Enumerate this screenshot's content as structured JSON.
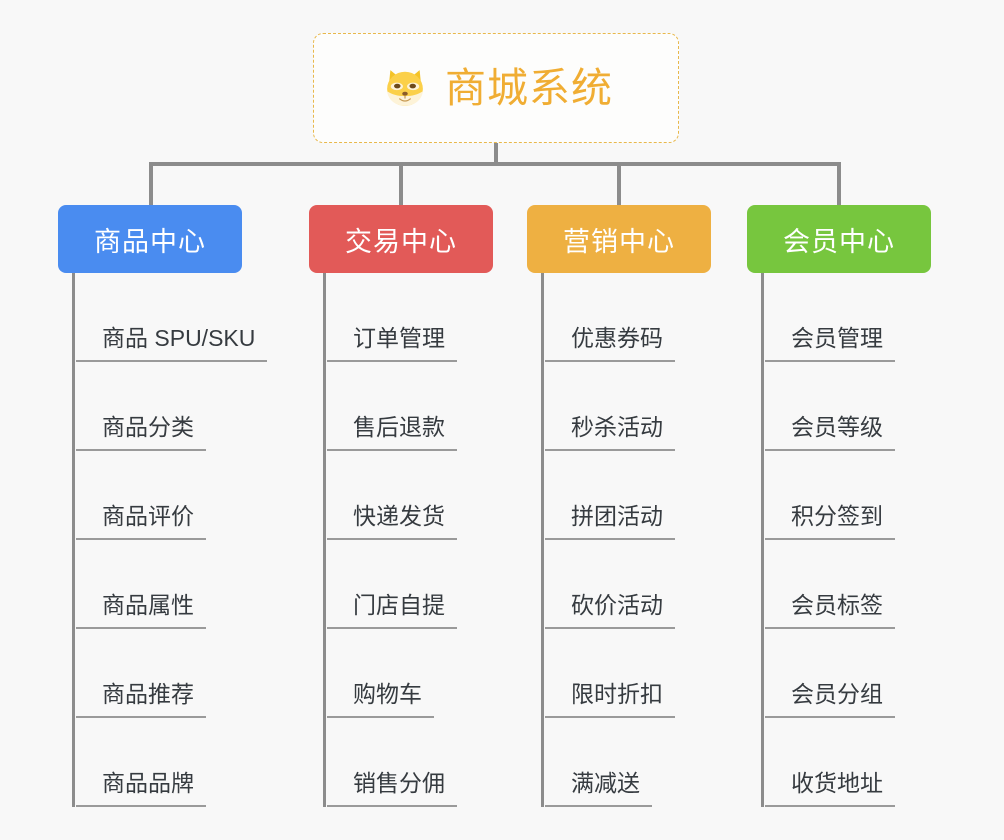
{
  "page": {
    "background_color": "#f8f8f8",
    "connector_color": "#8c8c8c",
    "leaf_text_color": "#363b40",
    "leaf_underline_color": "#9a9a9a"
  },
  "root": {
    "title": "商城系统",
    "icon": "shiba-dog-face-emoji",
    "text_color": "#f0ad33",
    "border_color": "#e8b84b",
    "background_color": "#fdfdfc"
  },
  "columns": [
    {
      "id": "product-center",
      "header": "商品中心",
      "color": "#4a8cf0",
      "items": [
        "商品 SPU/SKU",
        "商品分类",
        "商品评价",
        "商品属性",
        "商品推荐",
        "商品品牌"
      ]
    },
    {
      "id": "trade-center",
      "header": "交易中心",
      "color": "#e25a58",
      "items": [
        "订单管理",
        "售后退款",
        "快递发货",
        "门店自提",
        "购物车",
        "销售分佣"
      ]
    },
    {
      "id": "marketing-center",
      "header": "营销中心",
      "color": "#eeb042",
      "items": [
        "优惠券码",
        "秒杀活动",
        "拼团活动",
        "砍价活动",
        "限时折扣",
        "满减送"
      ]
    },
    {
      "id": "member-center",
      "header": "会员中心",
      "color": "#77c63e",
      "items": [
        "会员管理",
        "会员等级",
        "积分签到",
        "会员标签",
        "会员分组",
        "收货地址"
      ]
    }
  ]
}
